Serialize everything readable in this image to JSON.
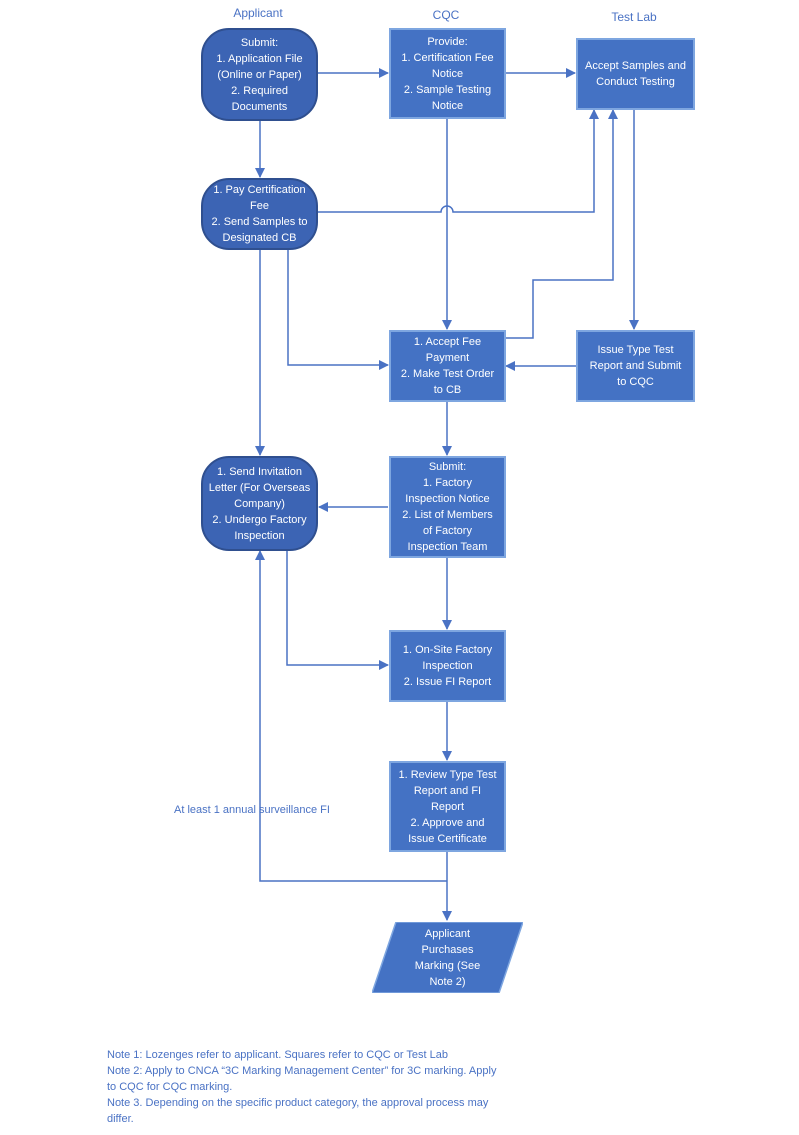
{
  "lanes": {
    "applicant": "Applicant",
    "cqc": "CQC",
    "test_lab": "Test Lab"
  },
  "nodes": {
    "submit_app": [
      "Submit:",
      "1. Application File",
      "(Online or Paper)",
      "2. Required",
      "Documents"
    ],
    "provide": [
      "Provide:",
      "1. Certification Fee",
      "Notice",
      "2. Sample Testing",
      "Notice"
    ],
    "accept_samples": [
      "Accept Samples and",
      "Conduct Testing"
    ],
    "pay_fee": [
      "1. Pay Certification",
      "Fee",
      "2. Send Samples to",
      "Designated CB"
    ],
    "accept_fee": [
      "1. Accept Fee",
      "Payment",
      "2. Make Test Order",
      "to CB"
    ],
    "issue_report": [
      "Issue Type Test",
      "Report and Submit",
      "to CQC"
    ],
    "send_invitation": [
      "1. Send Invitation",
      "Letter (For Overseas",
      "Company)",
      "2. Undergo Factory",
      "Inspection"
    ],
    "submit_fi": [
      "Submit:",
      "1. Factory",
      "Inspection Notice",
      "2. List of Members",
      "of Factory",
      "Inspection Team"
    ],
    "onsite": [
      "1. On-Site Factory",
      "Inspection",
      "2. Issue FI Report"
    ],
    "review": [
      "1. Review Type Test",
      "Report and FI",
      "Report",
      "2. Approve and",
      "Issue Certificate"
    ],
    "purchase": [
      "Applicant",
      "Purchases",
      "Marking (See",
      "Note 2)"
    ]
  },
  "annotation": "At least 1 annual surveillance FI",
  "notes": [
    "Note 1: Lozenges refer to applicant. Squares refer to CQC or Test Lab",
    "Note 2: Apply to CNCA “3C Marking Management Center” for 3C marking. Apply",
    "to CQC for CQC marking.",
    "Note 3. Depending on the specific product category, the approval process may",
    "differ."
  ],
  "colors": {
    "fill": "#4472c4",
    "line": "#4a72c4",
    "text": "#4a72c4"
  }
}
